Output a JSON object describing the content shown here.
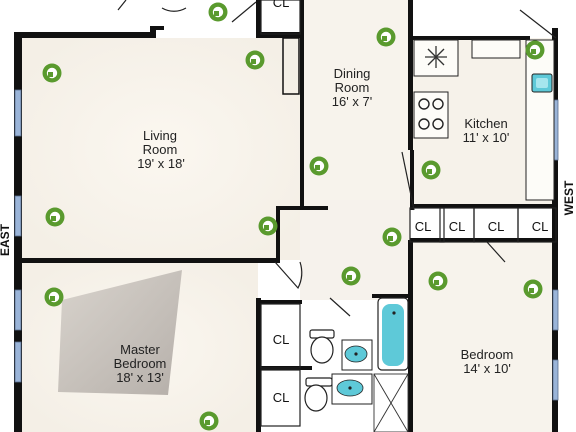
{
  "rooms": {
    "living": {
      "name_1": "Living",
      "name_2": "Room",
      "size": "19' x 18'"
    },
    "dining": {
      "name_1": "Dining",
      "name_2": "Room",
      "size": "16' x 7'"
    },
    "kitchen": {
      "name": "Kitchen",
      "size": "11' x 10'"
    },
    "master": {
      "name_1": "Master",
      "name_2": "Bedroom",
      "size": "18' x 13'"
    },
    "bedroom": {
      "name": "Bedroom",
      "size": "14' x 10'"
    }
  },
  "closets": {
    "top": "CL",
    "row_1": "CL",
    "row_2": "CL",
    "row_3": "CL",
    "row_4": "CL",
    "bath_upper": "CL",
    "bath_lower": "CL"
  },
  "compass": {
    "east": "EAST",
    "west": "WEST"
  },
  "colors": {
    "marker": "#5a9a2e",
    "fixture": "#5ec9d8",
    "window": "#9ab4d8",
    "wall": "#111111"
  },
  "icons": [
    "camera-marker-icon",
    "stove-icon",
    "sink-icon",
    "bathtub-icon",
    "toilet-icon",
    "snowflake-icon"
  ]
}
